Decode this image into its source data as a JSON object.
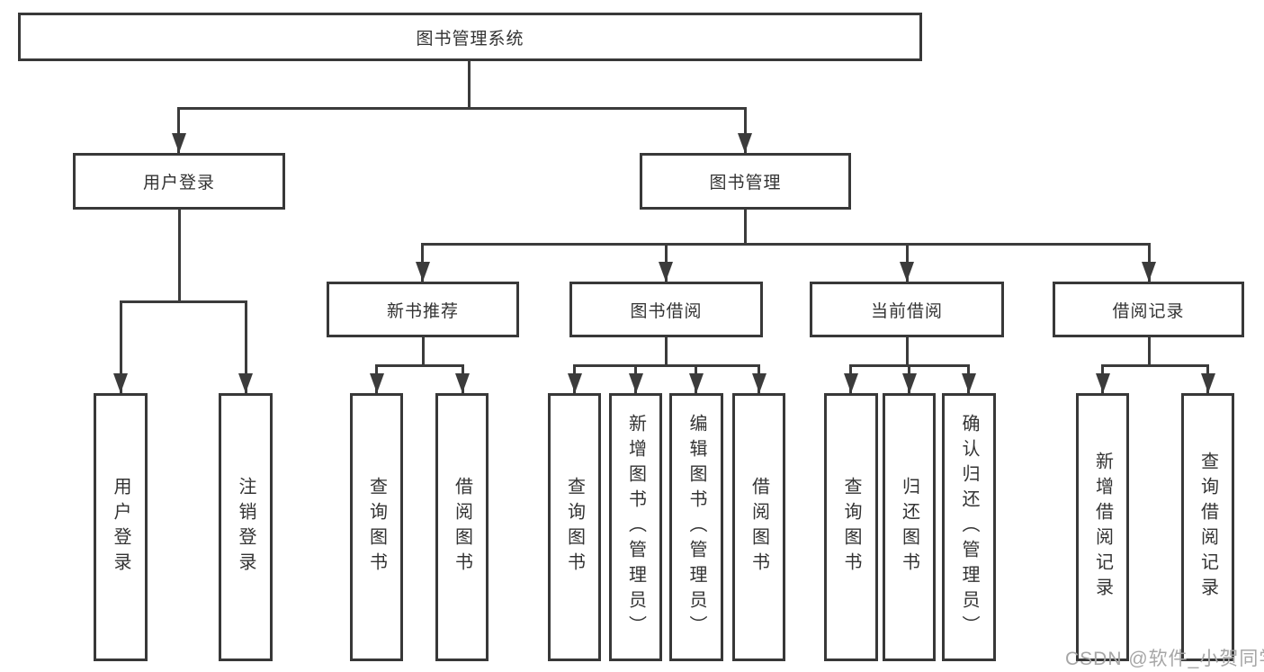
{
  "tree": {
    "label": "图书管理系统",
    "children": [
      {
        "label": "用户登录",
        "children": [
          {
            "label": "用户登录"
          },
          {
            "label": "注销登录"
          }
        ]
      },
      {
        "label": "图书管理",
        "children": [
          {
            "label": "新书推荐",
            "children": [
              {
                "label": "查询图书"
              },
              {
                "label": "借阅图书"
              }
            ]
          },
          {
            "label": "图书借阅",
            "children": [
              {
                "label": "查询图书"
              },
              {
                "label": "新增图书（管理员）"
              },
              {
                "label": "编辑图书（管理员）"
              },
              {
                "label": "借阅图书"
              }
            ]
          },
          {
            "label": "当前借阅",
            "children": [
              {
                "label": "查询图书"
              },
              {
                "label": "归还图书"
              },
              {
                "label": "确认归还（管理员）"
              }
            ]
          },
          {
            "label": "借阅记录",
            "children": [
              {
                "label": "新增借阅记录"
              },
              {
                "label": "查询借阅记录"
              }
            ]
          }
        ]
      }
    ]
  },
  "watermark": {
    "label": "CSDN @软件_小贺同学"
  },
  "colors": {
    "line": "#3b3b3b",
    "border": "#383838",
    "text": "#333333",
    "watermark": "#a6a6a6",
    "background": "#ffffff"
  }
}
